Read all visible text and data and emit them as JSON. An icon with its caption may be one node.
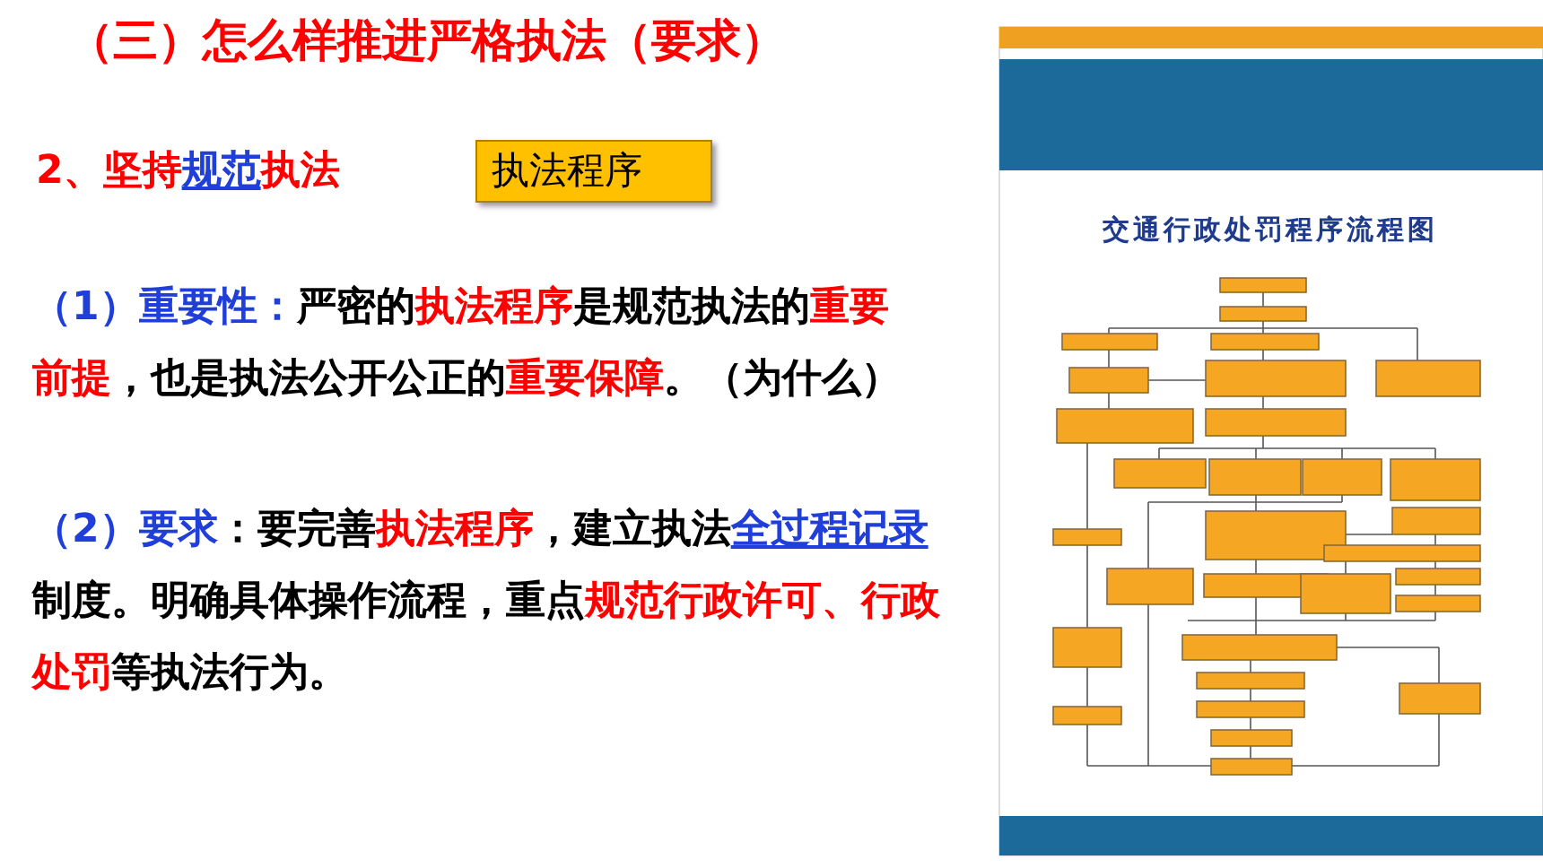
{
  "diagram": {
    "title": "（三）怎么样推进严格执法（要求）",
    "nodes": [
      {
        "text": [
          "执法程序"
        ]
      }
    ],
    "labels": [
      "2、坚持**规范**执法",
      "**（1）重要性：**严密的**执法程序**是规范执法的**重要前提**，也是执法公开公正的**重要保障**。（为什么）",
      "**（2）要求**：要完善**执法程序**，建立执法**全过程记录**制度。明确具体操作流程，重点**规范行政许可、行政处罚**等执法行为。",
      "交通行政处罚程序流程图"
    ]
  }
}
